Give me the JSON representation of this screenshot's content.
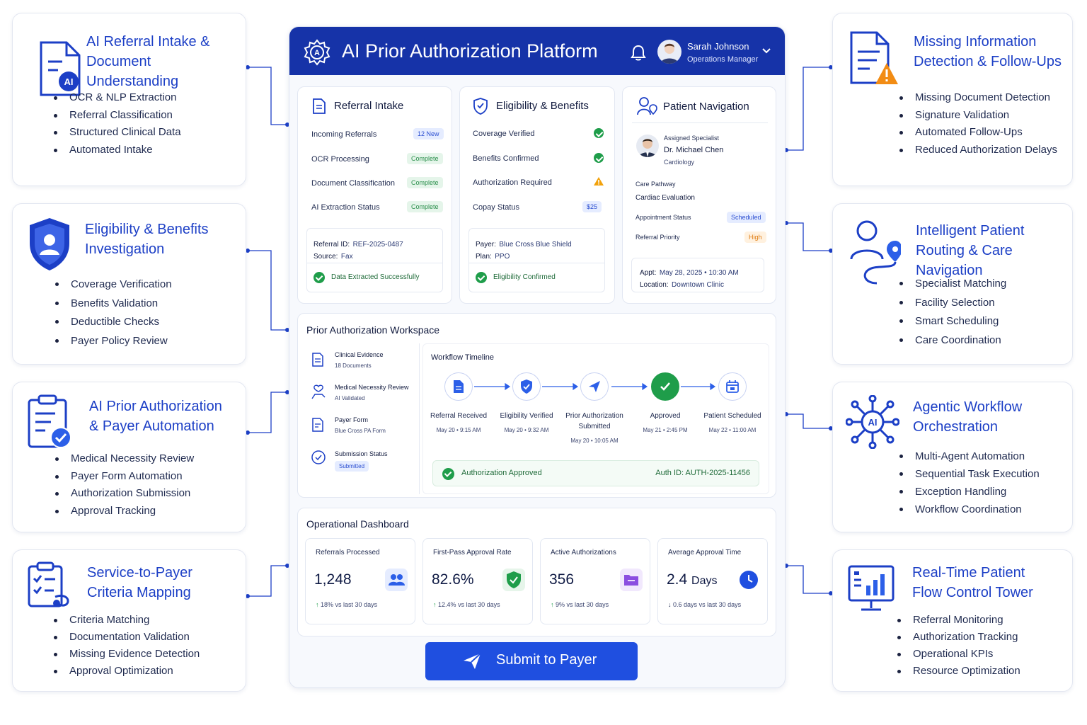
{
  "left_cards": [
    {
      "title_lines": [
        "AI Referral Intake &",
        "Document Understanding"
      ],
      "icon": "document-ai-icon",
      "items": [
        "OCR & NLP Extraction",
        "Referral Classification",
        "Structured Clinical Data",
        "Automated Intake"
      ]
    },
    {
      "title_lines": [
        "Eligibility & Benefits",
        "Investigation"
      ],
      "icon": "shield-user-icon",
      "items": [
        "Coverage Verification",
        "Benefits Validation",
        "Deductible Checks",
        "Payer Policy Review"
      ]
    },
    {
      "title_lines": [
        "AI Prior Authorization",
        "& Payer Automation"
      ],
      "icon": "clipboard-check-icon",
      "items": [
        "Medical Necessity Review",
        "Payer Form Automation",
        "Authorization Submission",
        "Approval Tracking"
      ]
    },
    {
      "title_lines": [
        "Service-to-Payer",
        "Criteria Mapping"
      ],
      "icon": "checklist-icon",
      "items": [
        "Criteria Matching",
        "Documentation Validation",
        "Missing Evidence Detection",
        "Approval Optimization"
      ]
    }
  ],
  "right_cards": [
    {
      "title_lines": [
        "Missing Information",
        "Detection & Follow-Ups"
      ],
      "icon": "document-warning-icon",
      "items": [
        "Missing Document Detection",
        "Signature Validation",
        "Automated Follow-Ups",
        "Reduced Authorization Delays"
      ]
    },
    {
      "title_lines": [
        "Intelligent Patient",
        "Routing & Care Navigation"
      ],
      "icon": "user-route-icon",
      "items": [
        "Specialist Matching",
        "Facility Selection",
        "Smart Scheduling",
        "Care Coordination"
      ]
    },
    {
      "title_lines": [
        "Agentic Workflow",
        "Orchestration"
      ],
      "icon": "ai-network-icon",
      "items": [
        "Multi-Agent Automation",
        "Sequential Task Execution",
        "Exception Handling",
        "Workflow Coordination"
      ]
    },
    {
      "title_lines": [
        "Real-Time Patient",
        "Flow Control Tower"
      ],
      "icon": "monitor-chart-icon",
      "items": [
        "Referral Monitoring",
        "Authorization Tracking",
        "Operational KPIs",
        "Resource Optimization"
      ]
    }
  ],
  "header": {
    "title": "AI Prior Authorization Platform",
    "user_name": "Sarah Johnson",
    "user_role": "Operations Manager",
    "brand_color": "#1633a8"
  },
  "referral_intake": {
    "title": "Referral Intake",
    "rows": [
      {
        "label": "Incoming Referrals",
        "status": "12 New",
        "kind": "new"
      },
      {
        "label": "OCR Processing",
        "status": "Complete",
        "kind": "complete"
      },
      {
        "label": "Document Classification",
        "status": "Complete",
        "kind": "complete"
      },
      {
        "label": "AI Extraction Status",
        "status": "Complete",
        "kind": "complete"
      }
    ],
    "referral_id_label": "Referral ID:",
    "referral_id": "REF-2025-0487",
    "source_label": "Source:",
    "source": "Fax",
    "success": "Data Extracted Successfully"
  },
  "eligibility": {
    "title": "Eligibility & Benefits",
    "rows": [
      {
        "label": "Coverage Verified",
        "status": "check"
      },
      {
        "label": "Benefits Confirmed",
        "status": "check"
      },
      {
        "label": "Authorization Required",
        "status": "warning"
      },
      {
        "label": "Copay Status",
        "status": "$25"
      }
    ],
    "payer_label": "Payer:",
    "payer": "Blue Cross Blue Shield",
    "plan_label": "Plan:",
    "plan": "PPO",
    "success": "Eligibility Confirmed"
  },
  "navigation": {
    "title": "Patient Navigation",
    "specialist_label": "Assigned Specialist",
    "specialist_name": "Dr. Michael Chen",
    "specialty": "Cardiology",
    "care_pathway_label": "Care Pathway",
    "care_pathway": "Cardiac Evaluation",
    "appointment_status_label": "Appointment Status",
    "appointment_status": "Scheduled",
    "priority_label": "Referral Priority",
    "priority": "High",
    "appt_label": "Appt:",
    "appt": "May 28, 2025  •  10:30 AM",
    "location_label": "Location:",
    "location": "Downtown Clinic"
  },
  "workspace": {
    "title": "Prior Authorization Workspace",
    "left_items": [
      {
        "title": "Clinical Evidence",
        "sub": "18 Documents",
        "icon": "document-icon"
      },
      {
        "title": "Medical Necessity Review",
        "sub": "AI Validated",
        "icon": "hand-heart-icon"
      },
      {
        "title": "Payer Form",
        "sub": "Blue Cross PA Form",
        "icon": "form-icon"
      },
      {
        "title": "Submission Status",
        "sub": "Submitted",
        "icon": "check-circle-icon"
      }
    ],
    "timeline_title": "Workflow Timeline",
    "timeline": [
      {
        "label": "Referral Received",
        "date": "May 20 • 9:15 AM",
        "icon": "document-icon"
      },
      {
        "label": "Eligibility Verified",
        "date": "May 20 • 9:32 AM",
        "icon": "shield-check-icon"
      },
      {
        "label": "Prior Authorization Submitted",
        "date": "May 20 • 10:05 AM",
        "icon": "send-icon"
      },
      {
        "label": "Approved",
        "date": "May 21 • 2:45 PM",
        "icon": "check-icon"
      },
      {
        "label": "Patient Scheduled",
        "date": "May 22 • 11:00 AM",
        "icon": "calendar-icon"
      }
    ],
    "approved_text": "Authorization Approved",
    "auth_id": "Auth ID: AUTH-2025-11456"
  },
  "dashboard": {
    "title": "Operational Dashboard",
    "metrics": [
      {
        "label": "Referrals Processed",
        "value": "1,248",
        "unit": "",
        "change": "18%",
        "change_text": "vs last 30 days",
        "direction": "up",
        "icon": "users-icon",
        "color": "#2c5fe8"
      },
      {
        "label": "First-Pass Approval Rate",
        "value": "82.6%",
        "unit": "",
        "change": "12.4%",
        "change_text": "vs last 30 days",
        "direction": "up",
        "icon": "shield-check-icon",
        "color": "#1f9d4a"
      },
      {
        "label": "Active Authorizations",
        "value": "356",
        "unit": "",
        "change": "9%",
        "change_text": "vs last 30 days",
        "direction": "up",
        "icon": "folder-icon",
        "color": "#8b4ee0"
      },
      {
        "label": "Average Approval Time",
        "value": "2.4",
        "unit": "Days",
        "change": "0.6 days",
        "change_text": "vs last 30 days",
        "direction": "down",
        "icon": "clock-icon",
        "color": "#1f4fe0"
      }
    ]
  },
  "submit_label": "Submit to Payer"
}
